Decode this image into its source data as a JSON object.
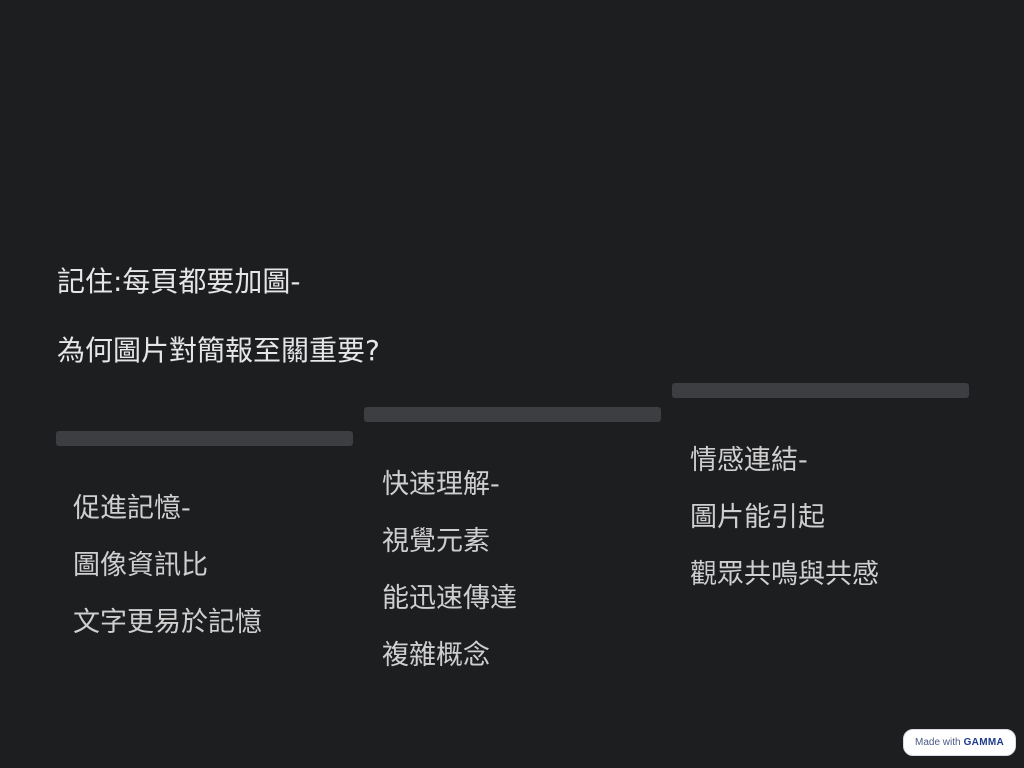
{
  "slide": {
    "heading_line1": "記住:每頁都要加圖-",
    "heading_line2": "為何圖片對簡報至關重要?",
    "colors": {
      "background": "#1d1e20",
      "bar": "#3d3e41",
      "heading_text": "#e6e6e6",
      "body_text": "#cfcfcf"
    },
    "cards": [
      {
        "lines": [
          "促進記憶-",
          "圖像資訊比",
          "文字更易於記憶"
        ]
      },
      {
        "lines": [
          "快速理解-",
          "視覺元素",
          "能迅速傳達",
          "複雜概念"
        ]
      },
      {
        "lines": [
          "情感連結-",
          "圖片能引起",
          "觀眾共鳴與共感"
        ]
      }
    ]
  },
  "badge": {
    "prefix": "Made with",
    "brand": "GAMMA"
  }
}
